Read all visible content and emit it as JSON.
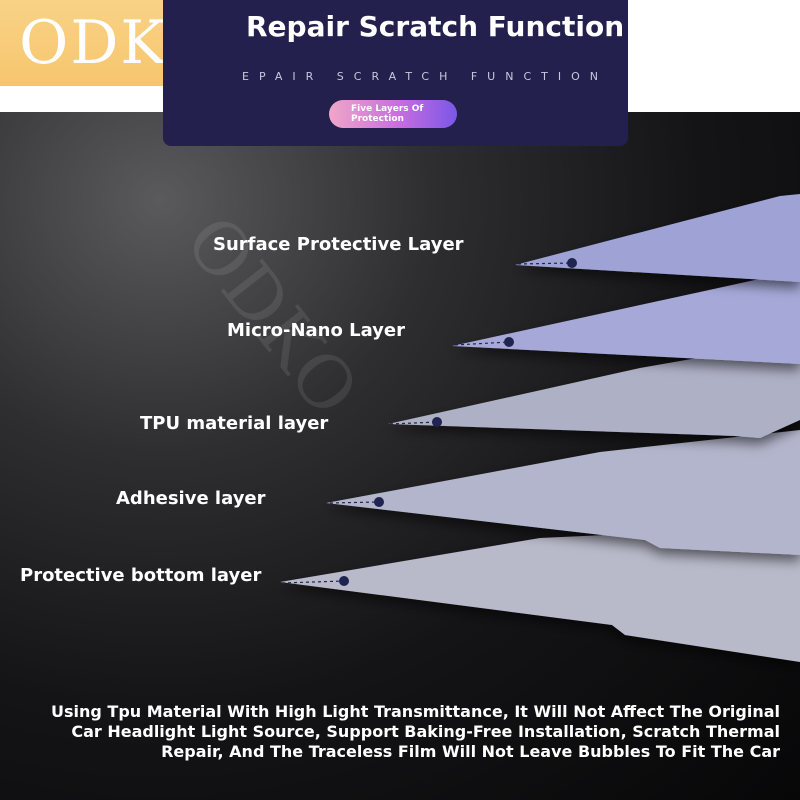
{
  "logo": {
    "text": "ODKO"
  },
  "banner": {
    "title": "Repair Scratch Function",
    "subtitle": "EPAIR SCRATCH FUNCTION",
    "pill_line1": "Five Layers Of",
    "pill_line2": "Protection"
  },
  "watermark": "ODKO",
  "layers": [
    {
      "label": "Surface Protective Layer",
      "color": "#9ea2d4"
    },
    {
      "label": "Micro-Nano Layer",
      "color": "#a6a9d8"
    },
    {
      "label": "TPU material layer",
      "color": "#aeb0c6"
    },
    {
      "label": "Adhesive layer",
      "color": "#b3b5cc"
    },
    {
      "label": "Protective bottom layer",
      "color": "#b8b9c9"
    }
  ],
  "colors": {
    "banner": "#23204e",
    "logo_bg": "#f6c66d",
    "dot": "#1f2450"
  },
  "description": "Using Tpu Material With High Light Transmittance, It Will Not Affect The Original Car Headlight Light Source, Support Baking-Free Installation, Scratch Thermal Repair, And The Traceless Film Will Not Leave Bubbles To Fit The Car"
}
